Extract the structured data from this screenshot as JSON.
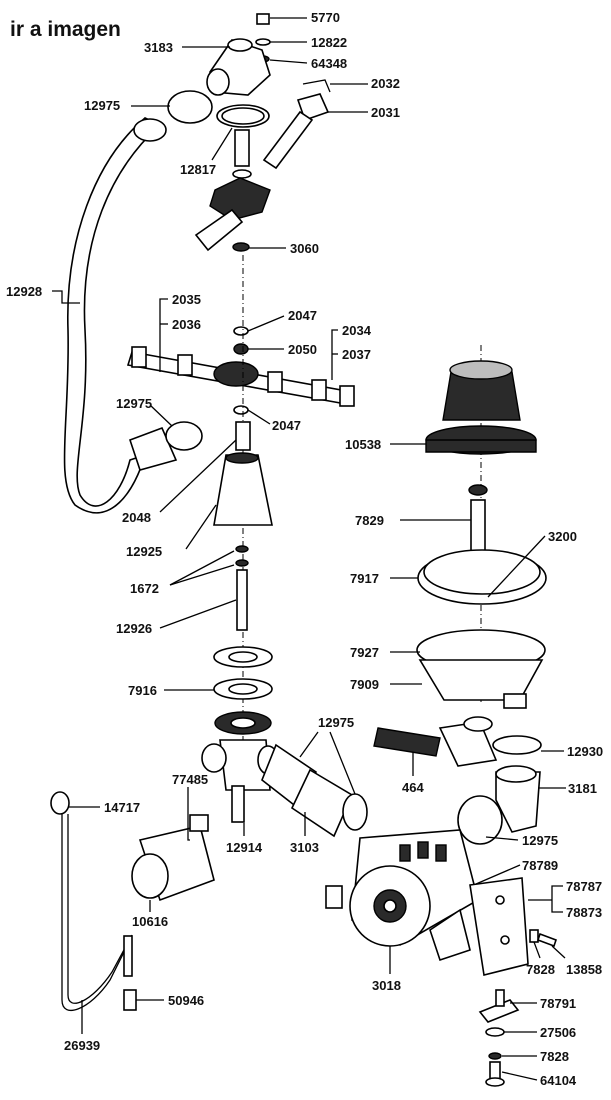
{
  "header": {
    "link_text": "ir a imagen"
  },
  "callouts": [
    {
      "id": "5770"
    },
    {
      "id": "3183"
    },
    {
      "id": "12822"
    },
    {
      "id": "64348"
    },
    {
      "id": "2032"
    },
    {
      "id": "12975"
    },
    {
      "id": "2031"
    },
    {
      "id": "12817"
    },
    {
      "id": "3060"
    },
    {
      "id": "12928"
    },
    {
      "id": "2035"
    },
    {
      "id": "2036"
    },
    {
      "id": "2047"
    },
    {
      "id": "2034"
    },
    {
      "id": "2050"
    },
    {
      "id": "2037"
    },
    {
      "id": "12975"
    },
    {
      "id": "2047"
    },
    {
      "id": "10538"
    },
    {
      "id": "2048"
    },
    {
      "id": "7829"
    },
    {
      "id": "12925"
    },
    {
      "id": "3200"
    },
    {
      "id": "1672"
    },
    {
      "id": "7917"
    },
    {
      "id": "12926"
    },
    {
      "id": "7927"
    },
    {
      "id": "7909"
    },
    {
      "id": "7916"
    },
    {
      "id": "12975"
    },
    {
      "id": "12930"
    },
    {
      "id": "464"
    },
    {
      "id": "77485"
    },
    {
      "id": "3181"
    },
    {
      "id": "14717"
    },
    {
      "id": "12975"
    },
    {
      "id": "12914"
    },
    {
      "id": "3103"
    },
    {
      "id": "78789"
    },
    {
      "id": "78787"
    },
    {
      "id": "78873"
    },
    {
      "id": "10616"
    },
    {
      "id": "3018"
    },
    {
      "id": "7828"
    },
    {
      "id": "13858"
    },
    {
      "id": "50946"
    },
    {
      "id": "78791"
    },
    {
      "id": "27506"
    },
    {
      "id": "26939"
    },
    {
      "id": "7828"
    },
    {
      "id": "64104"
    }
  ]
}
